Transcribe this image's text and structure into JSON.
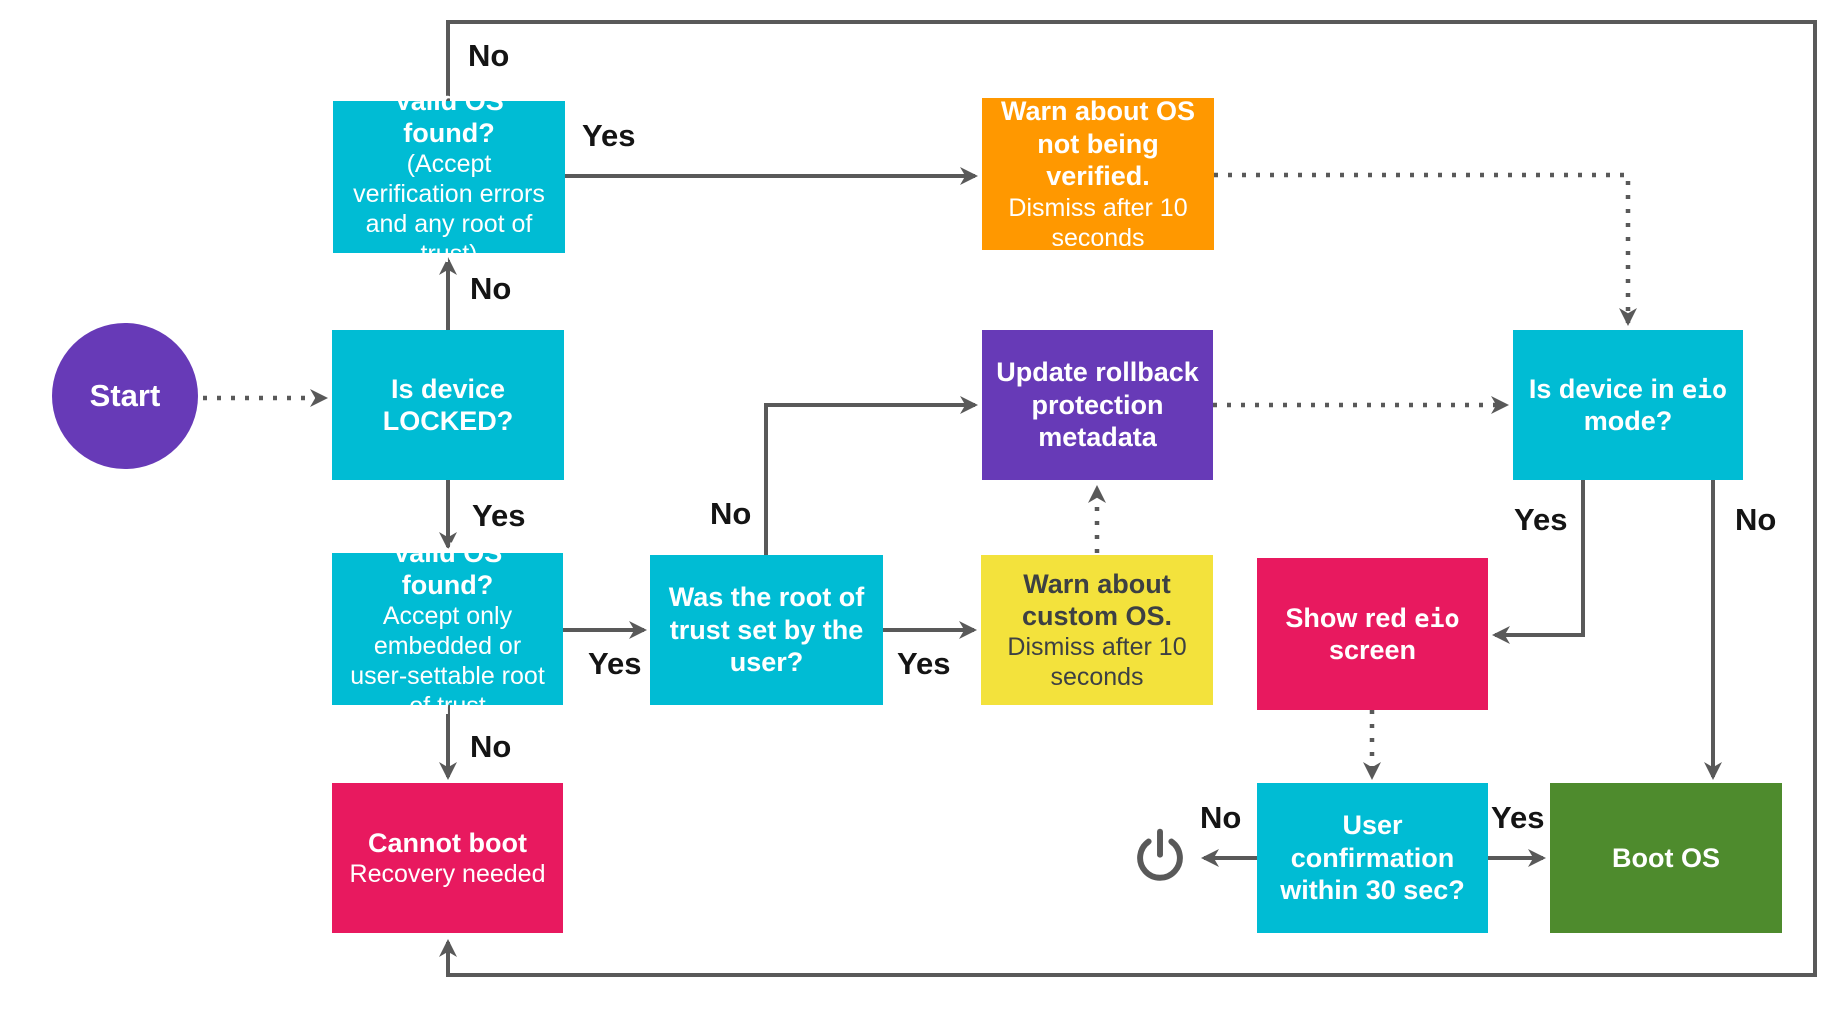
{
  "nodes": {
    "start": {
      "label": "Start"
    },
    "valid_os_unlocked": {
      "title": "Valid OS found?",
      "subtitle": "(Accept verification errors and any root of trust)"
    },
    "warn_not_verified": {
      "title": "Warn about OS not being verified.",
      "subtitle": "Dismiss after 10 seconds"
    },
    "is_locked": {
      "title": "Is device LOCKED?"
    },
    "update_rollback": {
      "title": "Update rollback protection metadata"
    },
    "is_eio": {
      "prefix": "Is device in ",
      "mono": "eio",
      "suffix": " mode?"
    },
    "valid_os_locked": {
      "title": "Valid OS found?",
      "subtitle": "Accept only embedded or user-settable root of trust"
    },
    "was_root_user": {
      "title": "Was the root of trust set by the user?"
    },
    "warn_custom": {
      "title": "Warn about custom OS.",
      "subtitle": "Dismiss after 10 seconds"
    },
    "show_red_eio": {
      "prefix": "Show red ",
      "mono": "eio",
      "suffix": " screen"
    },
    "cannot_boot": {
      "title": "Cannot boot",
      "subtitle": "Recovery needed"
    },
    "user_confirm": {
      "title": "User confirmation within 30 sec?"
    },
    "boot_os": {
      "title": "Boot OS"
    }
  },
  "labels": {
    "top_no": "No",
    "valid_top_yes": "Yes",
    "locked_no": "No",
    "locked_yes": "Yes",
    "valid2_yes": "Yes",
    "valid2_no": "No",
    "wasroot_no": "No",
    "wasroot_yes": "Yes",
    "eio_yes": "Yes",
    "eio_no": "No",
    "userconf_no": "No",
    "userconf_yes": "Yes"
  },
  "icons": {
    "power": "power-icon"
  },
  "colors": {
    "cyan": "#00bcd4",
    "purple": "#673ab7",
    "orange": "#ff9800",
    "yellow": "#f3e23c",
    "pink": "#e8195f",
    "green": "#4e8b2d",
    "line_gray": "#595959",
    "label_text": "#141414",
    "background": "#ffffff"
  }
}
